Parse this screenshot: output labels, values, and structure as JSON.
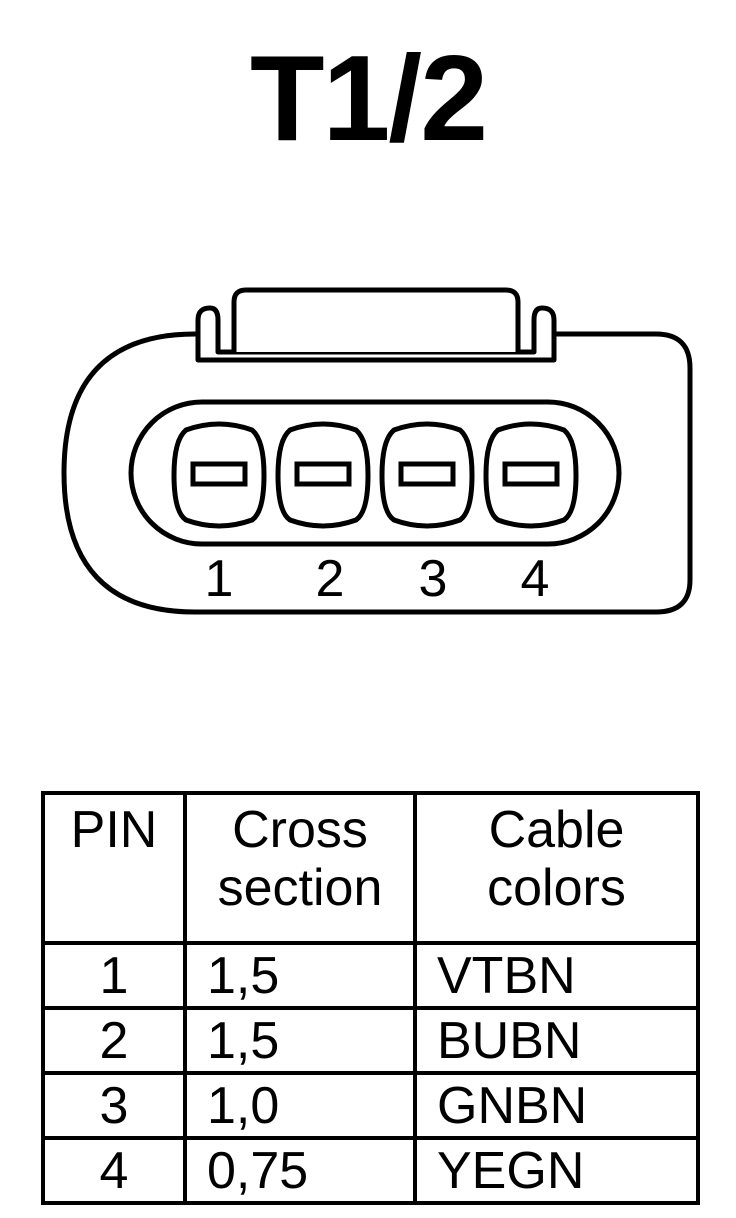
{
  "title": "T1/2",
  "connector": {
    "pin_labels": [
      "1",
      "2",
      "3",
      "4"
    ]
  },
  "table": {
    "headers": {
      "pin": "PIN",
      "cross_line1": "Cross",
      "cross_line2": "section",
      "color_line1": "Cable",
      "color_line2": "colors"
    },
    "rows": [
      {
        "pin": "1",
        "cross": "1,5",
        "color": "VTBN"
      },
      {
        "pin": "2",
        "cross": "1,5",
        "color": "BUBN"
      },
      {
        "pin": "3",
        "cross": "1,0",
        "color": "GNBN"
      },
      {
        "pin": "4",
        "cross": "0,75",
        "color": "YEGN"
      }
    ]
  }
}
